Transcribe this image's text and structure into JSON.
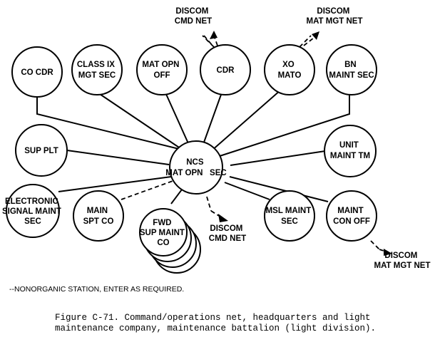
{
  "nodes": [
    {
      "id": "co-cdr",
      "lines": [
        "CO CDR"
      ]
    },
    {
      "id": "class-ix",
      "lines": [
        "CLASS IX",
        "MGT SEC"
      ]
    },
    {
      "id": "mat-opn-off",
      "lines": [
        "MAT OPN",
        "OFF"
      ]
    },
    {
      "id": "cdr",
      "lines": [
        "CDR"
      ]
    },
    {
      "id": "xo",
      "lines": [
        "XO",
        "MATO"
      ]
    },
    {
      "id": "bn",
      "lines": [
        "BN",
        "MAINT SEC"
      ]
    },
    {
      "id": "sup-plt",
      "lines": [
        "SUP PLT"
      ]
    },
    {
      "id": "unit",
      "lines": [
        "UNIT",
        "MAINT TM"
      ]
    },
    {
      "id": "ncs",
      "lines": [
        "NCS",
        "MAT OPN   SEC"
      ]
    },
    {
      "id": "elec",
      "lines": [
        "ELECTRONIC",
        "SIGNAL MAINT",
        "SEC"
      ]
    },
    {
      "id": "main-spt",
      "lines": [
        "MAIN",
        "SPT CO"
      ]
    },
    {
      "id": "fwd",
      "lines": [
        "FWD",
        "SUP MAINT",
        "CO"
      ]
    },
    {
      "id": "msl",
      "lines": [
        "MSL MAINT",
        "SEC"
      ]
    },
    {
      "id": "maint-con",
      "lines": [
        "MAINT",
        "CON OFF"
      ]
    }
  ],
  "external": [
    {
      "id": "discom-cmd-top",
      "lines": [
        "DISCOM",
        "CMD NET"
      ]
    },
    {
      "id": "discom-mat-top",
      "lines": [
        "DISCOM",
        "MAT MGT NET"
      ]
    },
    {
      "id": "discom-cmd-bottom",
      "lines": [
        "DISCOM",
        "CMD NET"
      ]
    },
    {
      "id": "discom-mat-bottom",
      "lines": [
        "DISCOM",
        "MAT MGT NET"
      ]
    }
  ],
  "legend": "--NONORGANIC STATION, ENTER AS REQUIRED.",
  "caption": [
    "Figure C-71. Command/operations net, headquarters and light",
    "maintenance company, maintenance battalion (light division)."
  ]
}
